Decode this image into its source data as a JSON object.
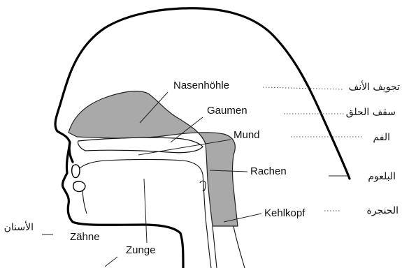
{
  "labels": {
    "de": {
      "nasal_cavity": "Nasenhöhle",
      "palate": "Gaumen",
      "mouth": "Mund",
      "pharynx": "Rachen",
      "larynx": "Kehlkopf",
      "teeth": "Zähne",
      "tongue": "Zunge"
    },
    "ar": {
      "nasal_cavity": "تجويف الأنف",
      "palate": "سقف الحلق",
      "mouth": "الفم",
      "pharynx": "البلعوم",
      "larynx": "الحنجرة",
      "teeth": "الأسنان"
    }
  },
  "colors": {
    "outline": "#000000",
    "cavity_fill": "#a9a9a9",
    "background": "#ffffff"
  }
}
